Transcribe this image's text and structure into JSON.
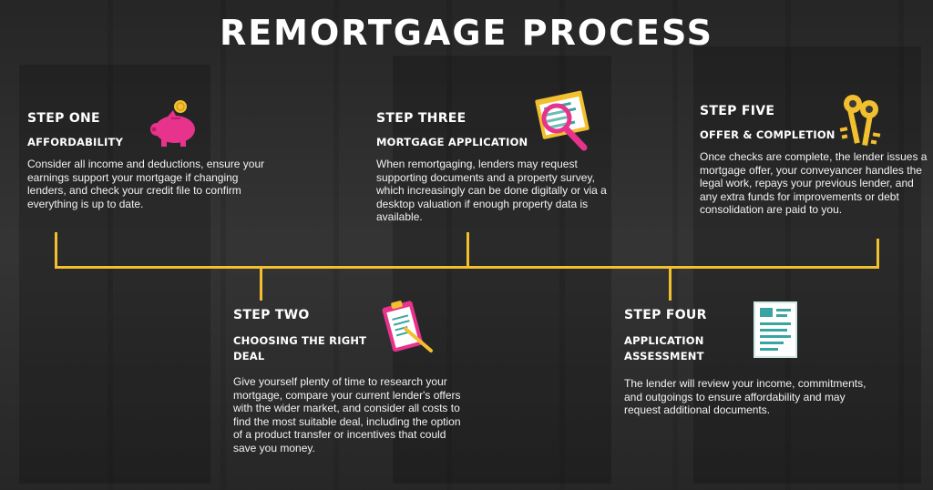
{
  "title": "REMORTGAGE PROCESS",
  "colors": {
    "accent": "#f2c02e",
    "pink": "#e8338c",
    "background": "#3a3a3a"
  },
  "steps": [
    {
      "label": "STEP ONE",
      "heading": "AFFORDABILITY",
      "body": "Consider all income and deductions, ensure your earnings support your mortgage if changing lenders, and check your credit file to confirm everything is up to date.",
      "icon": "piggy-bank-icon"
    },
    {
      "label": "STEP TWO",
      "heading": "CHOOSING THE RIGHT DEAL",
      "body": "Give yourself plenty of time to research your mortgage, compare your current lender's offers with the wider market, and consider all costs to find the most suitable deal, including the option of a product transfer or incentives that could save you money.",
      "icon": "clipboard-icon"
    },
    {
      "label": "STEP THREE",
      "heading": "MORTGAGE APPLICATION",
      "body": "When remortgaging, lenders may request supporting documents and a property survey, which increasingly can be done digitally or via a desktop valuation if enough property data is available.",
      "icon": "magnifier-icon"
    },
    {
      "label": "STEP FOUR",
      "heading": "APPLICATION ASSESSMENT",
      "body": "The lender will review your income, commitments, and outgoings to ensure affordability and may request additional documents.",
      "icon": "document-icon"
    },
    {
      "label": "STEP FIVE",
      "heading": "OFFER & COMPLETION",
      "body": "Once checks are complete, the lender issues a mortgage offer, your conveyancer handles the legal work, repays your previous lender, and any extra funds for improvements or debt consolidation are paid to you.",
      "icon": "keys-icon"
    }
  ]
}
